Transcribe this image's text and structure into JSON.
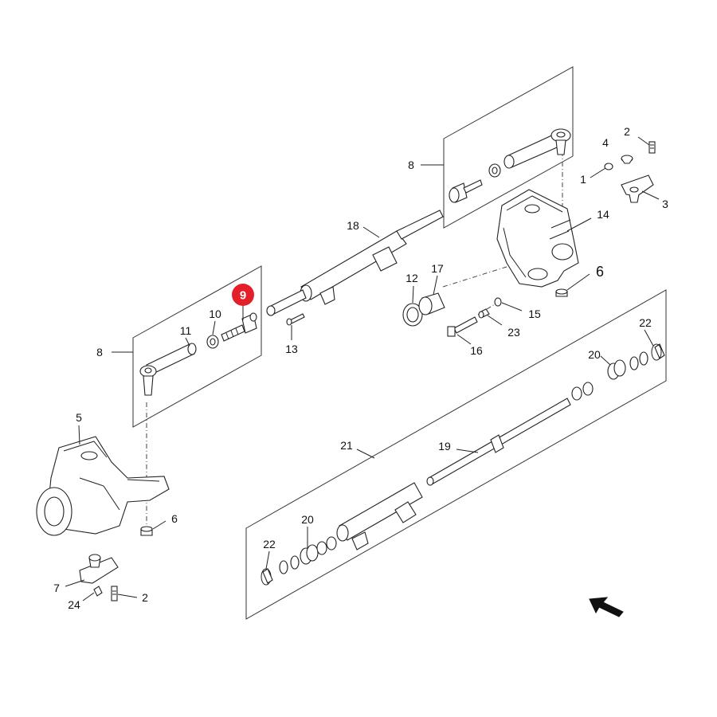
{
  "diagram": {
    "highlight_color": "#e3202a",
    "highlighted_label": "9",
    "labels": {
      "l2a": "2",
      "l4": "4",
      "l1": "1",
      "l3": "3",
      "l8a": "8",
      "l14": "14",
      "l6a": "6",
      "l18": "18",
      "l12": "12",
      "l17": "17",
      "l15": "15",
      "l23": "23",
      "l16": "16",
      "l10": "10",
      "l11": "11",
      "l8b": "8",
      "l13": "13",
      "l22a": "22",
      "l20a": "20",
      "l21": "21",
      "l19": "19",
      "l5": "5",
      "l6b": "6",
      "l20b": "20",
      "l22b": "22",
      "l7": "7",
      "l24": "24",
      "l2b": "2"
    },
    "direction_icon": "arrow-up-left-icon"
  }
}
